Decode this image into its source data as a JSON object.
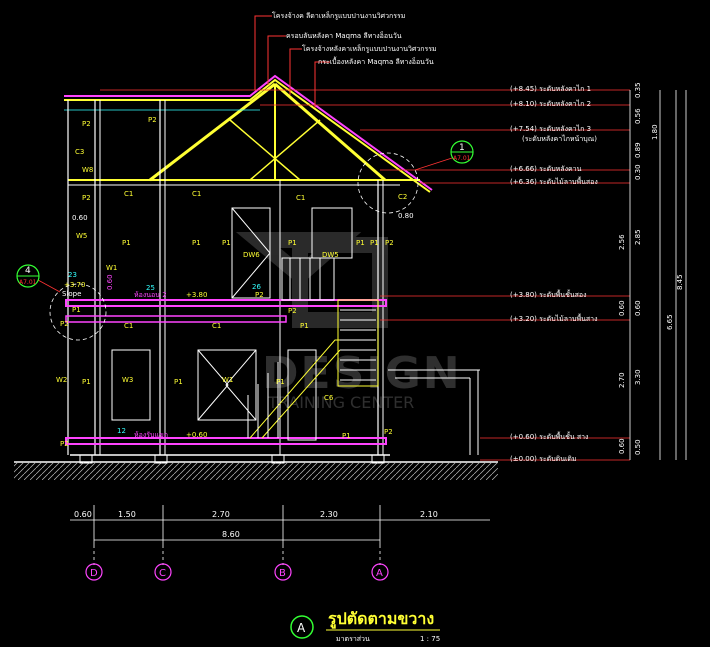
{
  "notes": [
    "โครงจ้างค ลีดาเหล็กรูแบบปานงานวิศวกรรม",
    "ครอบลันหลังคา Maqma ลีทางอ็อนวัน",
    "โครงจ้างหลังคาเหล็กรูแบบปานงานวิศวกรรม",
    "กระเบื้องหลังคา Maqma ลีทางอ็อนวัน"
  ],
  "levels": [
    {
      "value": "(+8.45)",
      "text": "ระดับหลังคาไก 1"
    },
    {
      "value": "(+8.10)",
      "text": "ระดับหลังคาไก 2"
    },
    {
      "value": "(+7.54)",
      "text": "ระดับหลังคาไก 3"
    },
    {
      "value": "(+6.66)",
      "text": "ระดับหลังคาน"
    },
    {
      "value": "(+6.36)",
      "text": "ระดับไม้ลาบพื้นสอง"
    },
    {
      "value": "(+3.80)",
      "text": "ระดับพื้นชั้นสอง"
    },
    {
      "value": "(+3.20)",
      "text": "ระดับไม้ลาบพื้นสาง"
    },
    {
      "value": "(+0.60)",
      "text": "ระดับพื้นชั้น สาง"
    },
    {
      "value": "(±0.00)",
      "text": "ระดับดินเดิม"
    }
  ],
  "level_sub": "(ระดับหลังคาไกหน้าบุณ)",
  "right_dims_inner": [
    "0.35",
    "0.56",
    "0.89",
    "0.30",
    "2.56",
    "0.60",
    "2.70",
    "0.60"
  ],
  "right_dims_mid": [
    "1.80",
    "2.85",
    "0.60",
    "3.30",
    "0.50"
  ],
  "right_dims_outer": [
    "6.65"
  ],
  "right_dims_total": "8.45",
  "bottom_dims": [
    "0.60",
    "1.50",
    "2.70",
    "2.30",
    "2.10"
  ],
  "bottom_total": "8.60",
  "grid_axes": [
    "D",
    "C",
    "B",
    "A"
  ],
  "callouts": [
    {
      "num": "1",
      "ref": "A7.01"
    },
    {
      "num": "4",
      "ref": "A7.01"
    }
  ],
  "labels": {
    "p1": "P1",
    "p2": "P2",
    "c1": "C1",
    "c2": "C2",
    "c3": "C3",
    "w1": "W1",
    "w2": "W2",
    "w3": "W3",
    "w5": "W5",
    "w8": "W8",
    "dw5": "DW5",
    "dw6": "DW6",
    "c6": "C6",
    "room_upper": "ห้องนอน 2",
    "room_lower": "ห้องรับแขก",
    "lvl_upper": "+3.80",
    "lvl_lower": "+0.60",
    "tag_upper": "26",
    "tag_lower": "12",
    "tag_side": "23",
    "tag_side2": "25",
    "slope": "Slope",
    "slope_lvl": "+3.70",
    "dim_060": "0.60",
    "dim_080": "0.80",
    "dim_060_v": "0.60"
  },
  "watermark": {
    "big": "DESIGN",
    "sub": "TRAINING CENTER"
  },
  "title": {
    "marker": "A",
    "text": "รูปตัดตามขวาง",
    "scale_label": "มาตราส่วน",
    "scale": "1 : 75"
  }
}
